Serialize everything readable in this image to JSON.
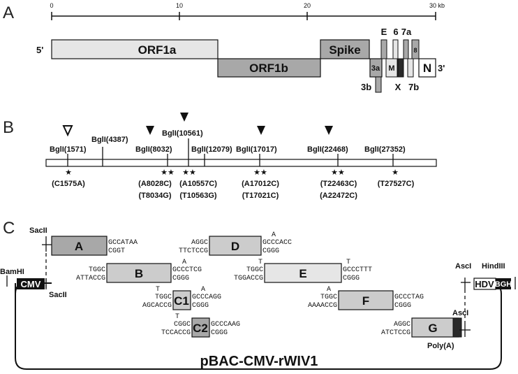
{
  "panels": {
    "a": "A",
    "b": "B",
    "c": "C"
  },
  "ruler": {
    "ticks": [
      "0",
      "10",
      "20",
      "30 kb"
    ]
  },
  "genome": {
    "five_prime": "5'",
    "three_prime": "3'",
    "orf1a": "ORF1a",
    "orf1b": "ORF1b",
    "spike": "Spike",
    "gene_3a": "3a",
    "gene_3b": "3b",
    "gene_e": "E",
    "gene_m": "M",
    "gene_6": "6",
    "gene_7a": "7a",
    "gene_7b": "7b",
    "gene_8": "8",
    "gene_x": "X",
    "gene_n": "N"
  },
  "sites": {
    "s1571": "BglI(1571)",
    "s4387": "BglI(4387)",
    "s8032": "BglI(8032)",
    "s10561": "BglI(10561)",
    "s12079": "BglI(12079)",
    "s17017": "BglI(17017)",
    "s22468": "BglI(22468)",
    "s27352": "BglI(27352)"
  },
  "mutations": {
    "m1": "(C1575A)",
    "m2a": "(A8028C)",
    "m2b": "(T8034G)",
    "m3a": "(A10557C)",
    "m3b": "(T10563G)",
    "m4a": "(A17012C)",
    "m4b": "(T17021C)",
    "m5a": "(T22463C)",
    "m5b": "(A22472C)",
    "m6": "(T27527C)"
  },
  "fragments": {
    "a": {
      "name": "A",
      "right_top": "GCCATAA",
      "right_bot": "CGGT"
    },
    "b": {
      "name": "B",
      "left_top": "TGGC",
      "left_bot": "ATTACCG",
      "mut_r": "A",
      "right_top": "GCCCTCG",
      "right_bot": "CGGG"
    },
    "c1": {
      "name": "C1",
      "mut_l": "T",
      "left_top": "TGGC",
      "left_bot": "AGCACCG",
      "mut_r": "A",
      "right_top": "GCCCAGG",
      "right_bot": "CGGG"
    },
    "c2": {
      "name": "C2",
      "mut_l": "T",
      "left_top": "CGGC",
      "left_bot": "TCCACCG",
      "right_top": "GCCCAAG",
      "right_bot": "CGGG"
    },
    "d": {
      "name": "D",
      "left_top": "AGGC",
      "left_bot": "TTCTCCG",
      "mut_r": "A",
      "right_top": "GCCCACC",
      "right_bot": "CGGG"
    },
    "e": {
      "name": "E",
      "mut_l": "T",
      "left_top": "TGGC",
      "left_bot": "TGGACCG",
      "mut_r": "T",
      "right_top": "GCCCTTT",
      "right_bot": "CGGG"
    },
    "f": {
      "name": "F",
      "mut_l": "A",
      "left_top": "TGGC",
      "left_bot": "AAAACCG",
      "right_top": "GCCCTAG",
      "right_bot": "CGGG"
    },
    "g": {
      "name": "G",
      "left_top": "AGGC",
      "left_bot": "ATCTCCG"
    }
  },
  "plasmid": {
    "name": "pBAC-CMV-rWIV1",
    "cmv": "CMV",
    "hdv": "HDV",
    "bgh": "BGH",
    "bamhi": "BamHI",
    "hindiii": "HindIII",
    "sacii_top": "SacII",
    "sacii_bot": "SacII",
    "asci_top": "AscI",
    "asci_bot": "AscI",
    "polya": "Poly(A)"
  },
  "colors": {
    "light": "#e6e6e6",
    "mid": "#a8a8a8",
    "dark": "#2a2a2a"
  }
}
